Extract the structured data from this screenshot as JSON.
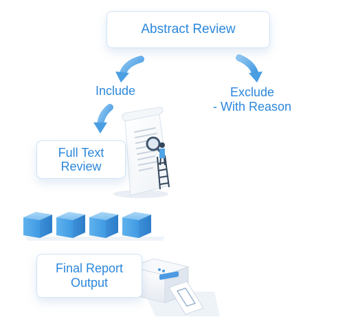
{
  "diagram": {
    "abstract_review": "Abstract Review",
    "include_label": "Include",
    "exclude_label_line1": "Exclude",
    "exclude_label_line2": "- With Reason",
    "full_text_line1": "Full Text",
    "full_text_line2": "Review",
    "final_report_line1": "Final Report",
    "final_report_line2": "Output"
  },
  "colors": {
    "text_blue": "#2b87db",
    "arrow_blue": "#5aa6e6",
    "cube_blue": "#5aaee8"
  },
  "icons": [
    "left-arrow-icon",
    "right-arrow-icon",
    "down-left-arrow-icon",
    "document-icon",
    "magnifier-icon",
    "ladder-icon",
    "person-icon",
    "cube-icon",
    "printer-icon"
  ]
}
